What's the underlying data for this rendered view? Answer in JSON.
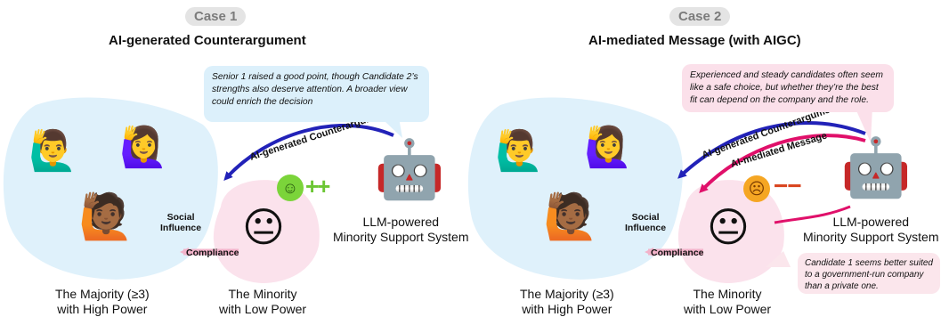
{
  "case1": {
    "pill": "Case 1",
    "title": "AI-generated Counterargument",
    "bubble": "Senior 1 raised a good point, though Candidate 2’s strengths also deserve attention. A broader view could enrich the decision",
    "arrow_label": "AI-generated Counterargument",
    "majority_label_l1": "The Majority (≥3)",
    "majority_label_l2": "with High Power",
    "minority_label_l1": "The Minority",
    "minority_label_l2": "with Low Power",
    "social_l1": "Social",
    "social_l2": "Influence",
    "compliance": "Compliance",
    "system_l1": "LLM-powered",
    "system_l2": "Minority Support System",
    "reaction": "++"
  },
  "case2": {
    "pill": "Case 2",
    "title": "AI-mediated Message (with AIGC)",
    "bubble": "Experienced and steady candidates often seem like a safe choice, but whether they’re the best fit can depend on the company and the role.",
    "arrow_label_1": "AI-generated Counterargument",
    "arrow_label_2": "AI-mediated Message",
    "majority_label_l1": "The Majority (≥3)",
    "majority_label_l2": "with High Power",
    "minority_label_l1": "The Minority",
    "minority_label_l2": "with Low Power",
    "social_l1": "Social",
    "social_l2": "Influence",
    "compliance": "Compliance",
    "system_l1": "LLM-powered",
    "system_l2": "Minority Support System",
    "reaction": "−−",
    "minority_bubble": "Candidate 1 seems better suited to a government-run company than a private one."
  },
  "colors": {
    "majority_bg": "#dff1fb",
    "minority_bg": "#fbe2ec",
    "arrow_blue": "#2222b8",
    "arrow_pink": "#e0106a",
    "bubble_blue": "#dcf0fb",
    "bubble_pink": "#fbe0ea"
  },
  "icons": [
    "raising-hand-man-icon",
    "raising-hand-woman-icon",
    "raising-hand-dark-person-icon",
    "neutral-person-icon",
    "robot-icon",
    "smiley-icon",
    "frowning-face-icon",
    "plus-icon",
    "minus-icon"
  ]
}
